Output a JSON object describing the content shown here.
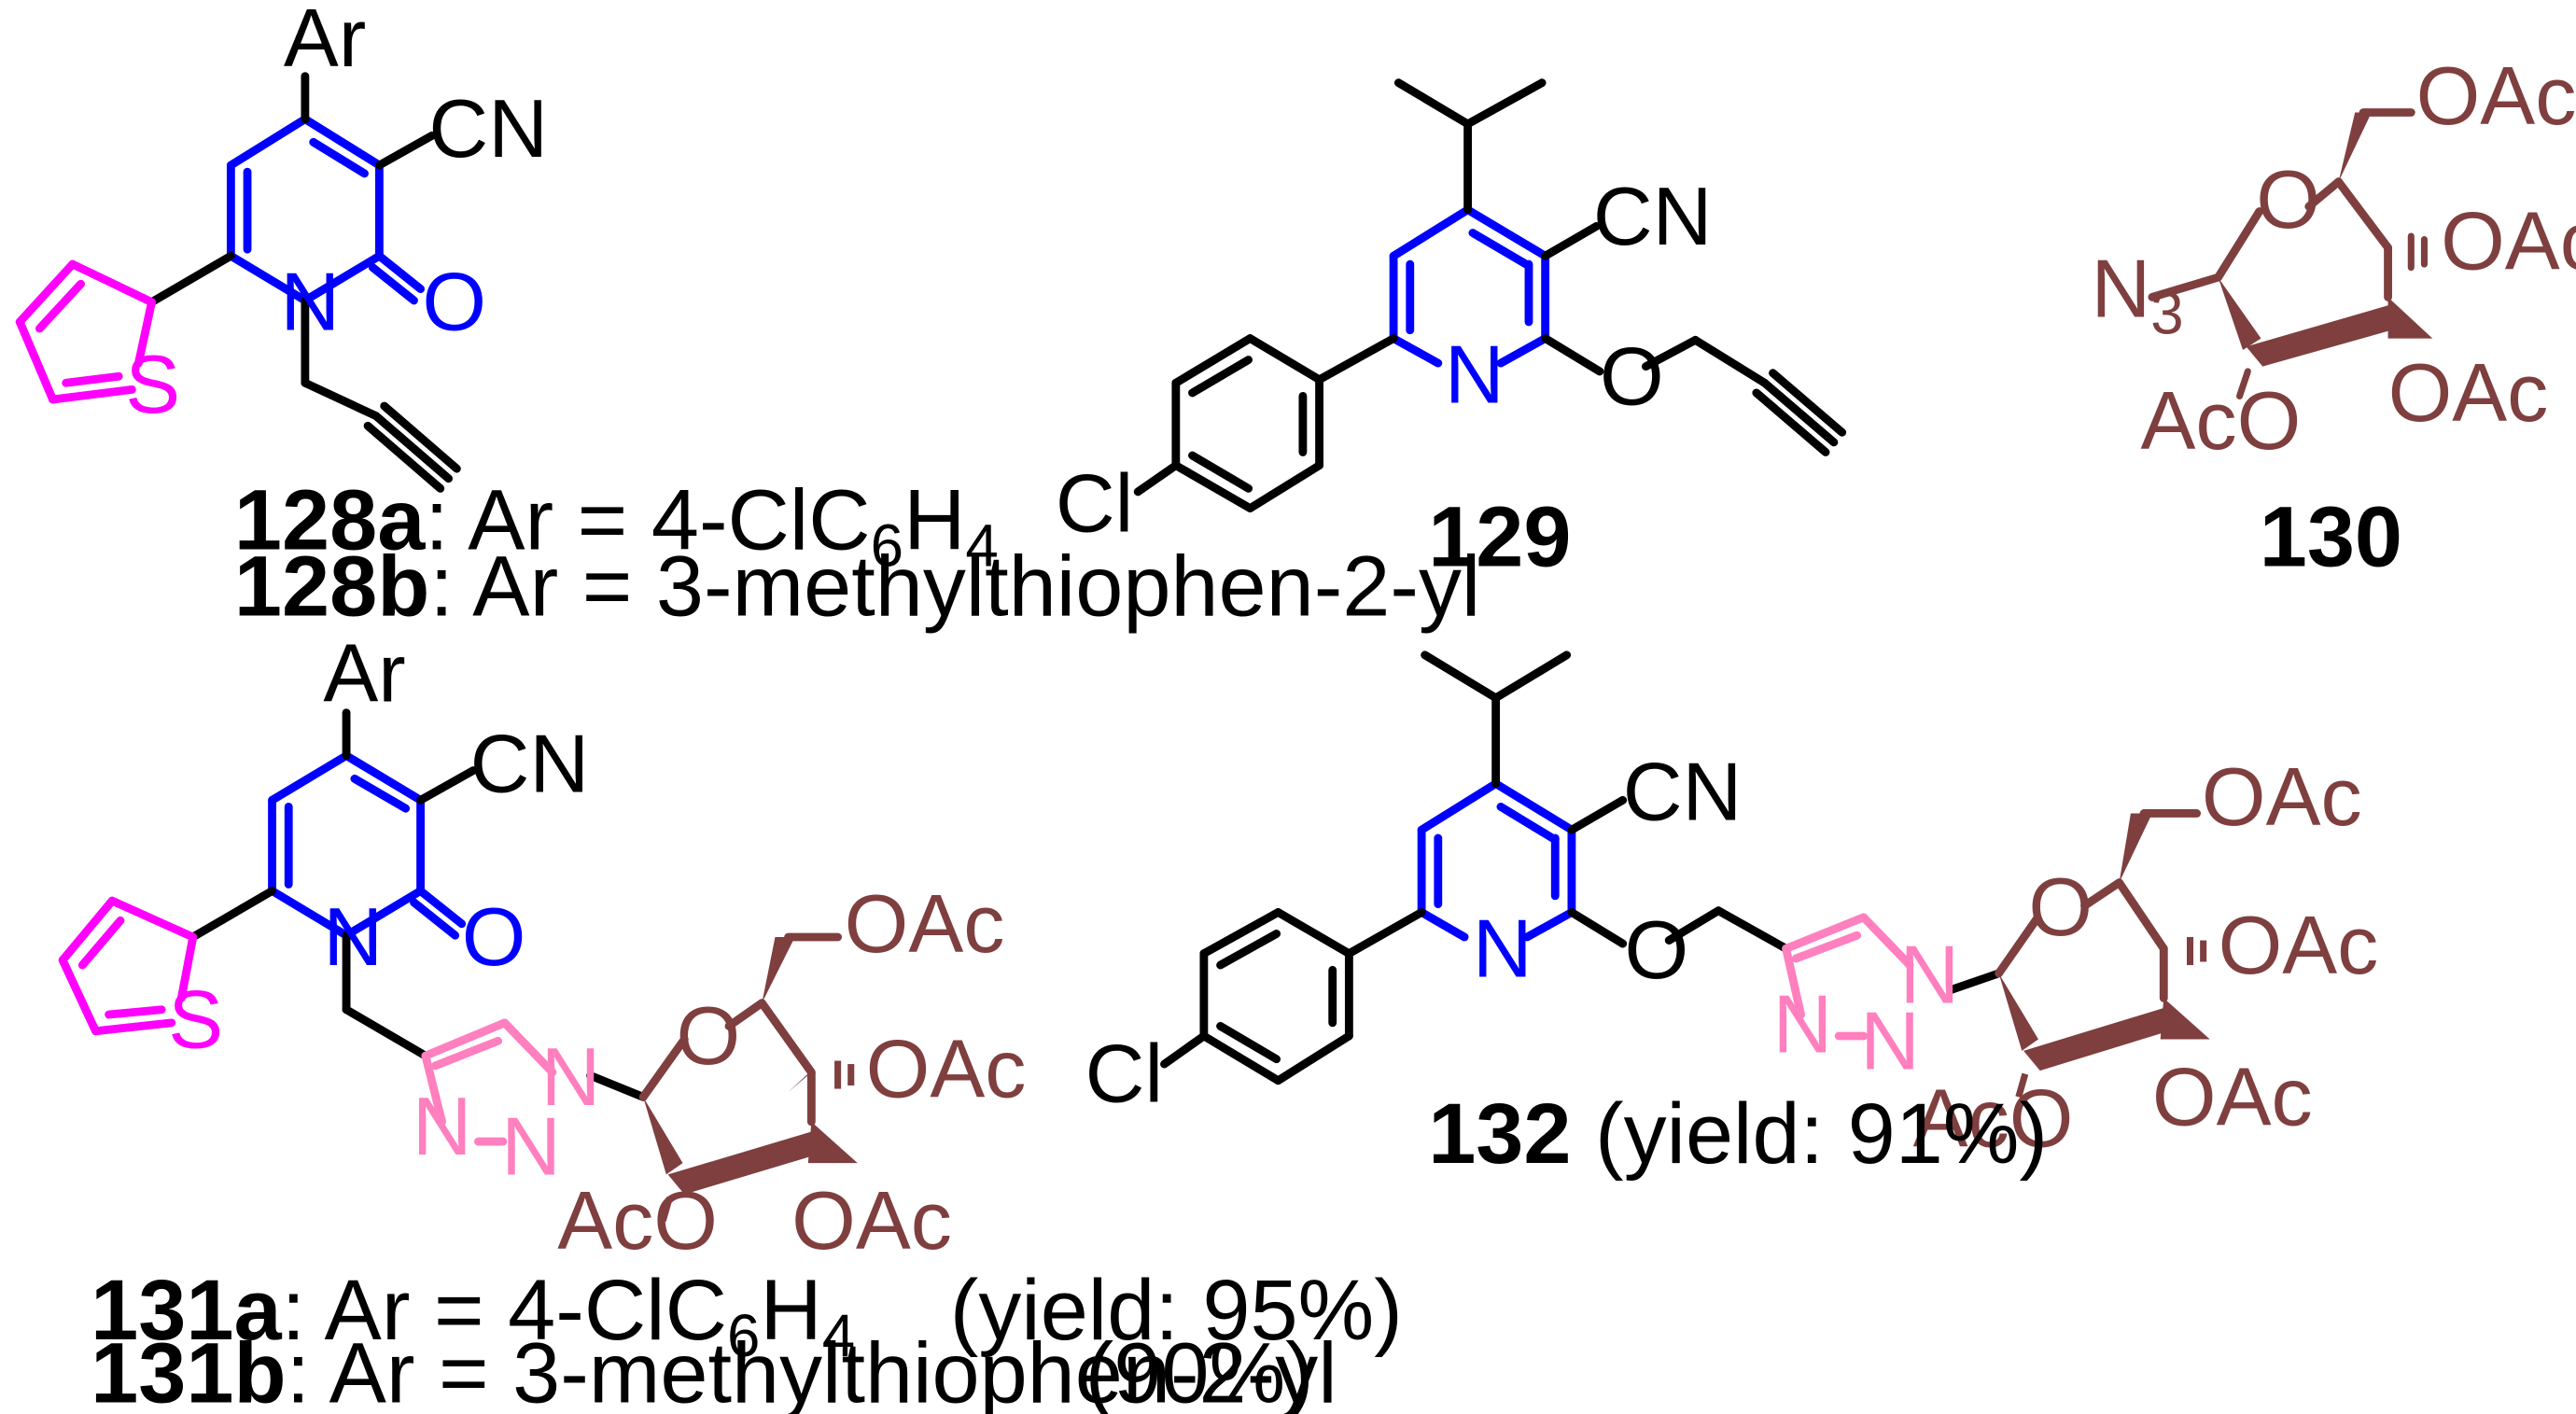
{
  "atoms": {
    "ar": "Ar",
    "cn": "CN",
    "o": "O",
    "n": "N",
    "s": "S",
    "cl": "Cl",
    "oac": "OAc",
    "aco": "AcO",
    "n3_main": "N",
    "n3_sub": "3"
  },
  "compounds": {
    "c128a": {
      "id": "128a",
      "text_pre": ": Ar = 4-ClC",
      "sub1": "6",
      "text_mid": "H",
      "sub2": "4"
    },
    "c128b": {
      "id": "128b",
      "text": ": Ar = 3-methylthiophen-2-yl"
    },
    "c129": {
      "id": "129"
    },
    "c130": {
      "id": "130"
    },
    "c131a": {
      "id": "131a",
      "text_pre": ": Ar = 4-ClC",
      "sub1": "6",
      "text_mid": "H",
      "sub2": "4",
      "yield": "(yield: 95%)"
    },
    "c131b": {
      "id": "131b",
      "text": ": Ar = 3-methylthiophen-2-yl",
      "yield": "(90%)"
    },
    "c132": {
      "id": "132",
      "yield": " (yield: 91%)"
    }
  },
  "colors": {
    "bond": "#000000",
    "pyridine": "#0000ff",
    "thiophene": "#ff00ff",
    "triazole": "#ff7fbf",
    "sugar": "#7f3f3f"
  }
}
